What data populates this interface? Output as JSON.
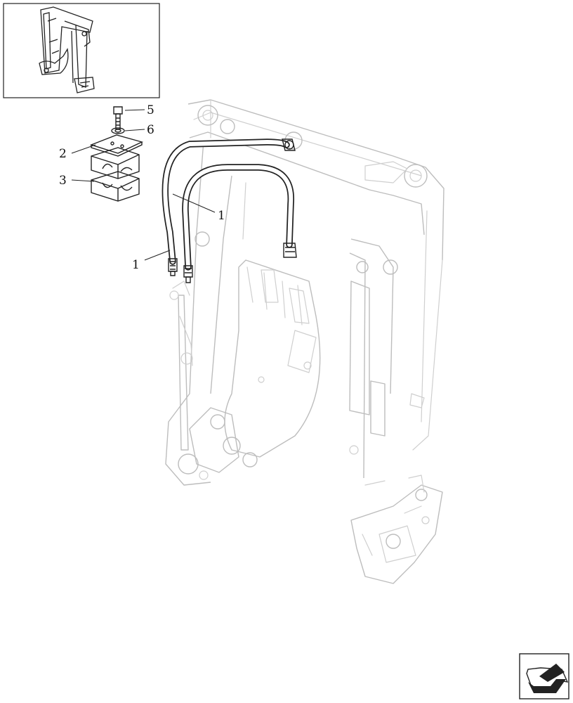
{
  "callouts": {
    "c5": "5",
    "c6": "6",
    "c2": "2",
    "c3": "3",
    "c1a": "1",
    "c1b": "1"
  },
  "icons": {
    "thumbnail": "excavator-boom-thumbnail-icon",
    "navigation": "next-page-arrow-icon"
  },
  "colors": {
    "line": "#222222",
    "ghost": "#cfcfcf",
    "background": "#ffffff"
  }
}
